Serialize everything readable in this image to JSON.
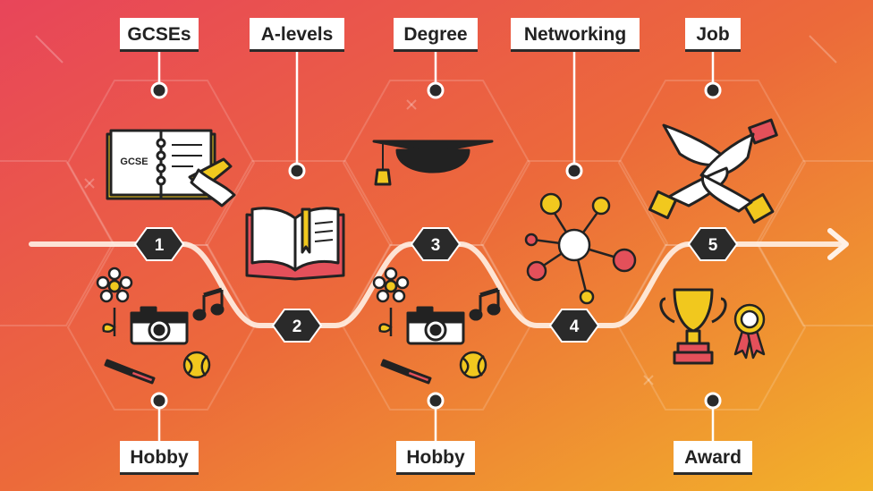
{
  "colors": {
    "gradient_start": "#e8455a",
    "gradient_mid": "#ec6a3a",
    "gradient_end": "#f2b22a",
    "ink": "#222222",
    "accent_yellow": "#f1c81e",
    "accent_red": "#e4505a",
    "path_white": "#fff1e6"
  },
  "top_labels": [
    "GCSEs",
    "A-levels",
    "Degree",
    "Networking",
    "Job"
  ],
  "bottom_labels": [
    "Hobby",
    "Hobby",
    "Award"
  ],
  "steps": [
    "1",
    "2",
    "3",
    "4",
    "5"
  ],
  "gcse_book_text": "GCSE",
  "icons": {
    "step1": "notebook-writing-icon",
    "step2": "open-book-icon",
    "step3": "graduation-cap-icon",
    "step4": "network-nodes-icon",
    "step5": "joined-hands-icon",
    "hobby": [
      "flower-icon",
      "camera-icon",
      "music-notes-icon",
      "paintbrush-icon",
      "tennis-ball-icon"
    ],
    "award": [
      "trophy-icon",
      "rosette-icon"
    ]
  }
}
